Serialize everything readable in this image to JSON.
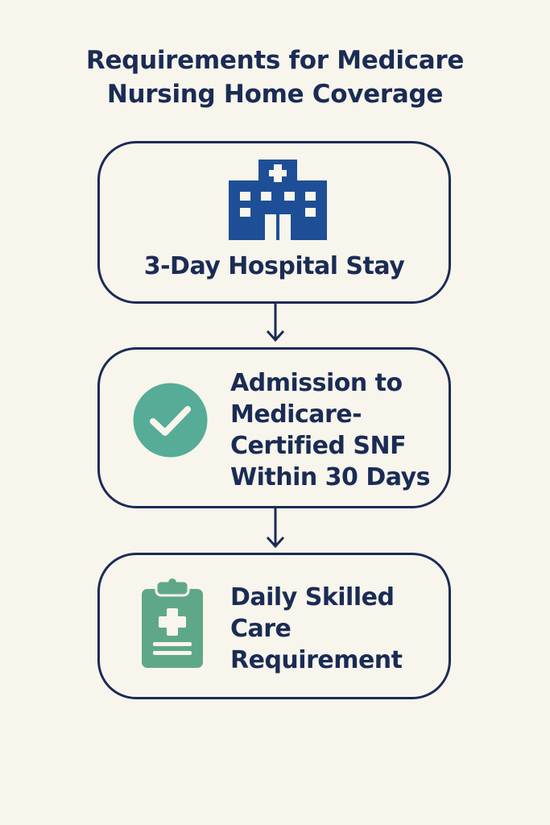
{
  "title": {
    "line1": "Requirements for Medicare",
    "line2": "Nursing Home Coverage"
  },
  "steps": [
    {
      "icon": "hospital-icon",
      "label": "3-Day Hospital Stay"
    },
    {
      "icon": "checkmark-circle-icon",
      "label_lines": [
        "Admission to",
        "Medicare-",
        "Certified SNF",
        "Within 30 Days"
      ]
    },
    {
      "icon": "medical-clipboard-icon",
      "label_lines": [
        "Daily Skilled",
        "Care",
        "Requirement"
      ]
    }
  ],
  "colors": {
    "background": "#f8f5ec",
    "text_and_borders": "#1a2c55",
    "hospital_icon": "#1e4f96",
    "check_circle": "#56ac96",
    "clipboard": "#5ea889"
  }
}
